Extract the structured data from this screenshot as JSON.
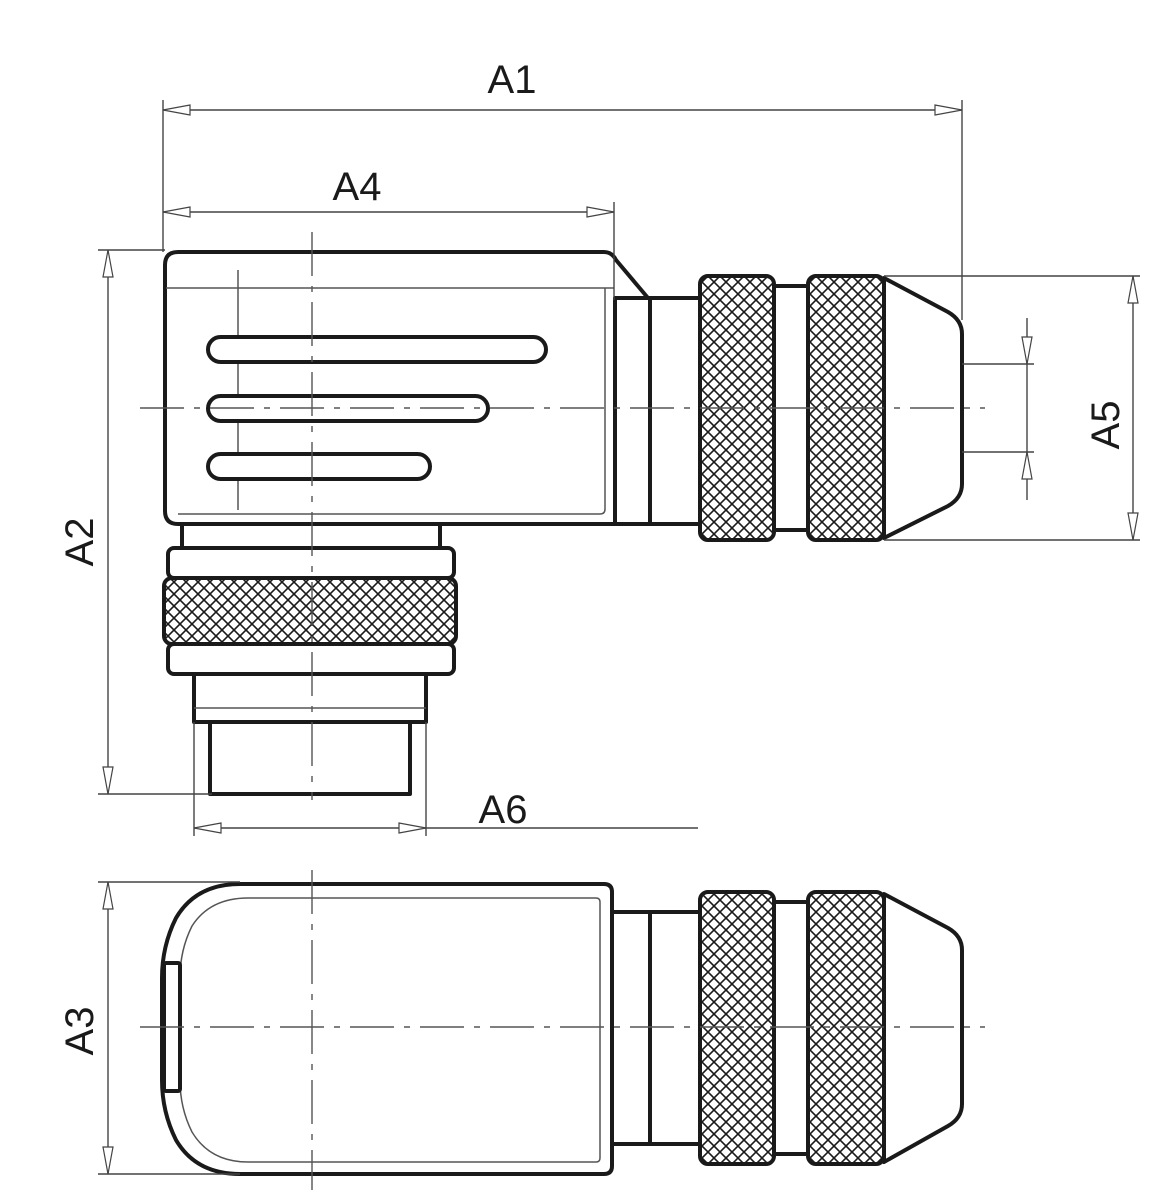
{
  "dimensions": {
    "a1": "A1",
    "a2": "A2",
    "a3": "A3",
    "a4": "A4",
    "a5": "A5",
    "a6": "A6"
  },
  "colors": {
    "line": "#1a1a1a",
    "dimension_line": "#444444",
    "background": "#ffffff"
  }
}
